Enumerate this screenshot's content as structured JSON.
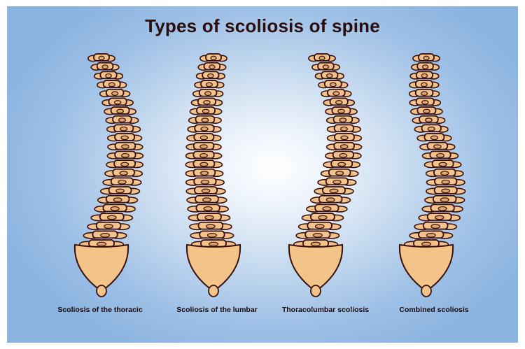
{
  "title": "Types of scoliosis of spine",
  "colors": {
    "bone": "#f3c48a",
    "outline": "#3a0f0f",
    "shadow": "#e0a96b"
  },
  "spines": [
    {
      "caption": "Scoliosis of the thoracic"
    },
    {
      "caption": "Scoliosis of the lumbar"
    },
    {
      "caption": "Thoracolumbar scoliosis"
    },
    {
      "caption": "Combined scoliosis"
    }
  ]
}
